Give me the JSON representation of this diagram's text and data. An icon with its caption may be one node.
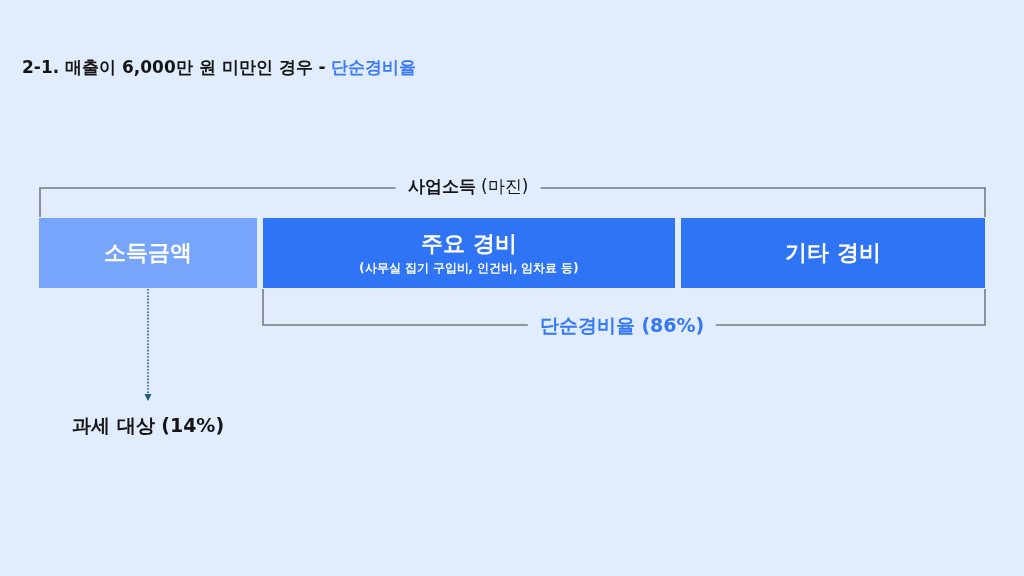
{
  "diagram": {
    "title": "2-1. 매출이 6,000만 원 미만인 경우 - **단순경비율**",
    "nodes": [
      {
        "text": [
          "소득금액"
        ]
      },
      {
        "text": [
          "주요 경비",
          "(사무실 집기 구입비, 인건비, 임차료 등)"
        ]
      },
      {
        "text": [
          "기타 경비"
        ]
      },
      {
        "text": [
          "과세 대상 (14%)"
        ]
      }
    ],
    "edges": [
      {
        "from": 0,
        "to": 3,
        "arrow": "to",
        "style": "dashed",
        "color": "#1f5a78"
      }
    ],
    "labels": [
      "**사업소득** (마진)",
      "단순경비율 (86%)"
    ]
  }
}
